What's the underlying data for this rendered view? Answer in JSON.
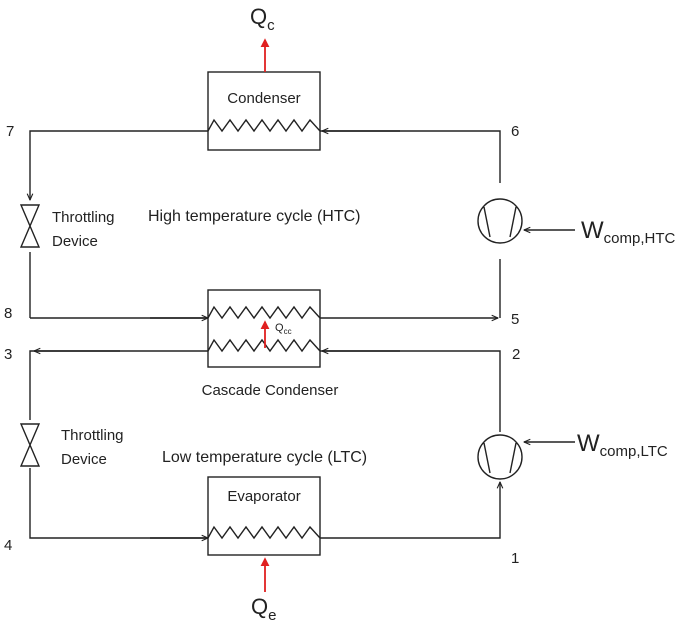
{
  "heat": {
    "qc": {
      "main": "Q",
      "sub": "c"
    },
    "qe": {
      "main": "Q",
      "sub": "e"
    },
    "qcc": {
      "main": "Q",
      "sub": "cc"
    }
  },
  "work": {
    "htc": {
      "main": "W",
      "sub": "comp,HTC"
    },
    "ltc": {
      "main": "W",
      "sub": "comp,LTC"
    }
  },
  "components": {
    "condenser": "Condenser",
    "cascade_condenser": "Cascade Condenser",
    "evaporator": "Evaporator",
    "throttle_htc": [
      "Throttling",
      "Device"
    ],
    "throttle_ltc": [
      "Throttling",
      "Device"
    ]
  },
  "cycles": {
    "htc": "High temperature cycle (HTC)",
    "ltc": "Low temperature cycle (LTC)"
  },
  "states": [
    "1",
    "2",
    "3",
    "4",
    "5",
    "6",
    "7",
    "8"
  ],
  "colors": {
    "line": "#222222",
    "heat_arrow": "#e02020"
  }
}
